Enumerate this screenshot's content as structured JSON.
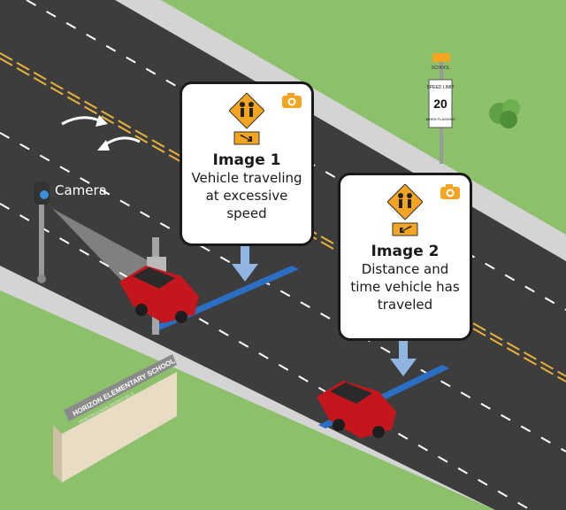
{
  "camera": {
    "label": "Camera"
  },
  "image1": {
    "title": "Image 1",
    "description": "Vehicle traveling at excessive speed"
  },
  "image2": {
    "title": "Image 2",
    "description": "Distance and time vehicle has traveled"
  },
  "speed_sign": {
    "top": "SCHOOL",
    "middle": "SPEED LIMIT",
    "value": "20",
    "bottom": "WHEN FLASHING"
  },
  "school_sign": {
    "name": "HORIZON ELEMENTARY SCHOOL",
    "district": "HAMILTON SCHOOL DISTRICT NO. 6"
  },
  "colors": {
    "grass": "#8cc06a",
    "road": "#3d3d3d",
    "sidewalk": "#cfcfcf",
    "yellow_line": "#e8b23a",
    "sensor_stripe": "#2b6fc4",
    "arrow": "#8fb5e0",
    "sign_orange": "#f3a521",
    "car_red": "#c4161c"
  },
  "icons": [
    "camera-icon",
    "school-crossing-icon",
    "arrow-down-icon",
    "traffic-direction-arrows-icon"
  ]
}
